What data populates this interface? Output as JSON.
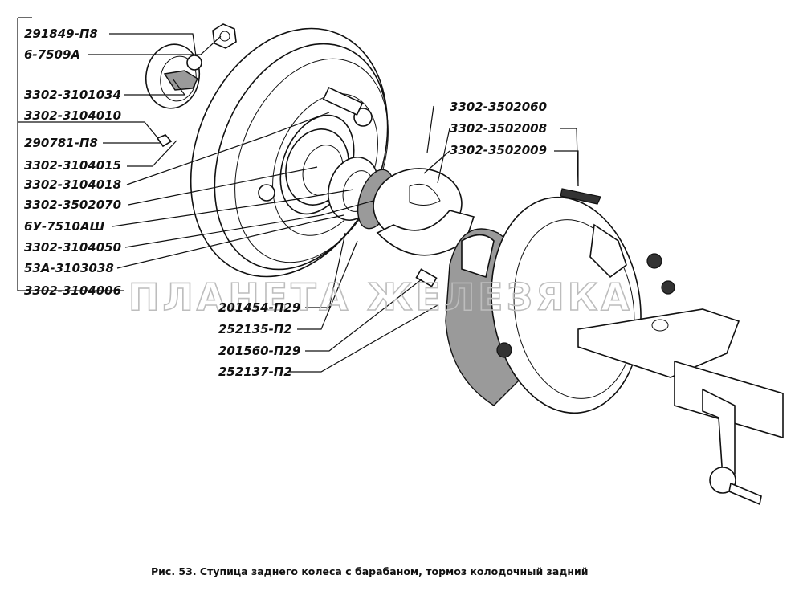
{
  "labels_left": [
    {
      "id": "291849",
      "text": "291849-П8"
    },
    {
      "id": "6-7509",
      "text": "6-7509А"
    },
    {
      "id": "3302-3101034",
      "text": "3302-3101034"
    },
    {
      "id": "3302-3104010",
      "text": "3302-3104010"
    },
    {
      "id": "290781",
      "text": "290781-П8"
    },
    {
      "id": "3302-3104015",
      "text": "3302-3104015"
    },
    {
      "id": "3302-3104018",
      "text": "3302-3104018"
    },
    {
      "id": "3302-3502070",
      "text": "3302-3502070"
    },
    {
      "id": "6U-7510",
      "text": "6У-7510АШ"
    },
    {
      "id": "3302-3104050",
      "text": "3302-3104050"
    },
    {
      "id": "53A-3103038",
      "text": "53А-3103038"
    },
    {
      "id": "3302-3104006",
      "text": "3302-3104006"
    }
  ],
  "labels_right": [
    {
      "id": "3302-3502060",
      "text": "3302-3502060"
    },
    {
      "id": "3302-3502008",
      "text": "3302-3502008"
    },
    {
      "id": "3302-3502009",
      "text": "3302-3502009"
    }
  ],
  "labels_bottom": [
    {
      "id": "201454",
      "text": "201454-П29"
    },
    {
      "id": "252135",
      "text": "252135-П2"
    },
    {
      "id": "201560",
      "text": "201560-П29"
    },
    {
      "id": "252137",
      "text": "252137-П2"
    }
  ],
  "watermark": "ПЛАНЕТА ЖЕЛЕЗЯКА",
  "caption": "Рис. 53. Ступица заднего колеса с барабаном, тормоз колодочный задний"
}
